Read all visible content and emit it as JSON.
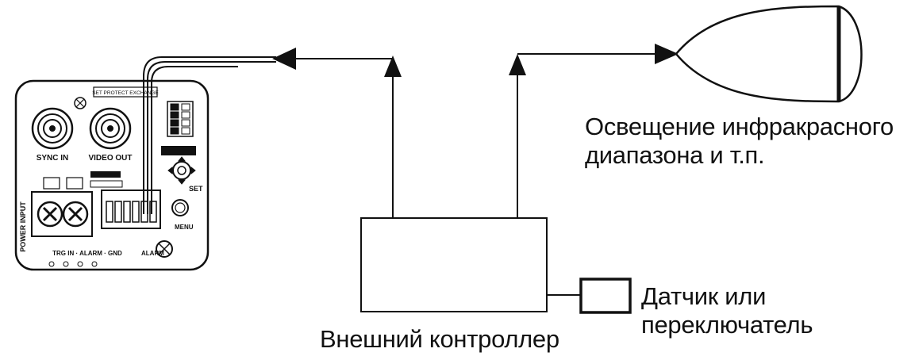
{
  "lamp": {
    "label_line1": "Освещение инфракрасного",
    "label_line2": "диапазона и т.п."
  },
  "controller": {
    "label": "Внешний контроллер"
  },
  "sensor": {
    "label_line1": "Датчик или",
    "label_line2": "переключатель"
  },
  "camera": {
    "top_label": "SET PROTECT EXCHANGE",
    "sync_label": "SYNC IN",
    "video_label": "VIDEO OUT",
    "power_label": "POWER INPUT",
    "set_label": "SET",
    "menu_label": "MENU",
    "alarm_label": "ALARM",
    "terminal_label": "TRG IN · ALARM · GND"
  },
  "colors": {
    "line": "#111111",
    "background": "#ffffff"
  }
}
